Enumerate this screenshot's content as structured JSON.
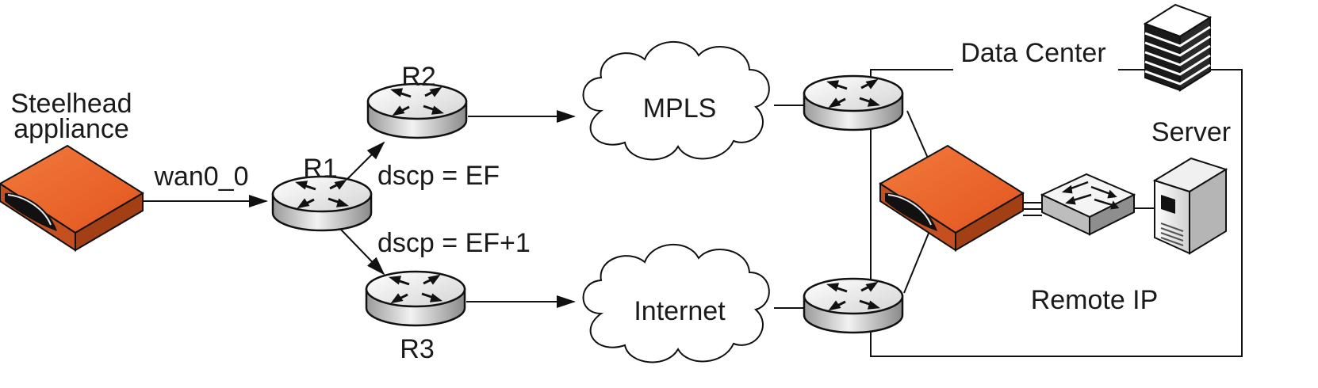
{
  "labels": {
    "steelhead_line1": "Steelhead",
    "steelhead_line2": "appliance",
    "wan": "wan0_0",
    "r1": "R1",
    "r2": "R2",
    "r3": "R3",
    "dscp_ef": "dscp = EF",
    "dscp_ef1": "dscp = EF+1",
    "mpls": "MPLS",
    "internet": "Internet",
    "data_center": "Data Center",
    "server": "Server",
    "remote_ip": "Remote IP"
  },
  "colors": {
    "appliance_orange": "#e8622a",
    "appliance_dark": "#b8471b",
    "router_gray": "#dcdcdc",
    "line": "#111111"
  }
}
